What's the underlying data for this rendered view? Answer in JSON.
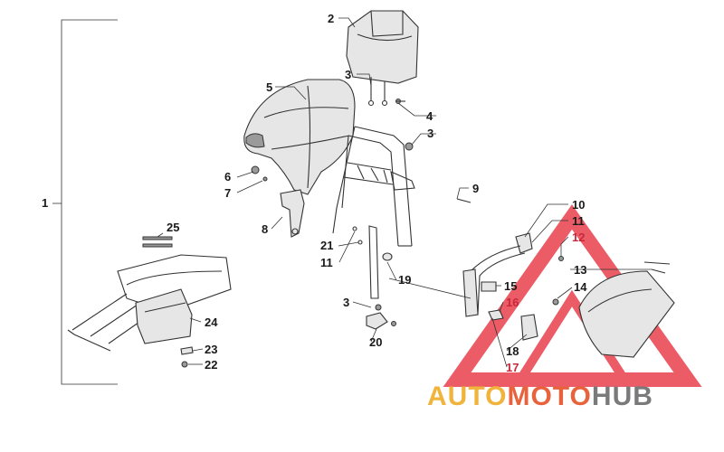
{
  "callouts": {
    "c1": "1",
    "c2": "2",
    "c3a": "3",
    "c3b": "3",
    "c3c": "3",
    "c4": "4",
    "c5": "5",
    "c6": "6",
    "c7": "7",
    "c8": "8",
    "c9": "9",
    "c10": "10",
    "c11a": "11",
    "c11b": "11",
    "c12": "12",
    "c13": "13",
    "c14": "14",
    "c15": "15",
    "c16": "16",
    "c17": "17",
    "c18": "18",
    "c19": "19",
    "c20": "20",
    "c21": "21",
    "c22": "22",
    "c23": "23",
    "c24": "24",
    "c25": "25"
  },
  "watermark": {
    "part1": "AUTO",
    "part2": "MOTO",
    "part3": "HUB",
    "color1": "#f0b43c",
    "color2": "#e8623c",
    "color3": "#7a7a7a",
    "triangle_color": "#e8404c"
  }
}
